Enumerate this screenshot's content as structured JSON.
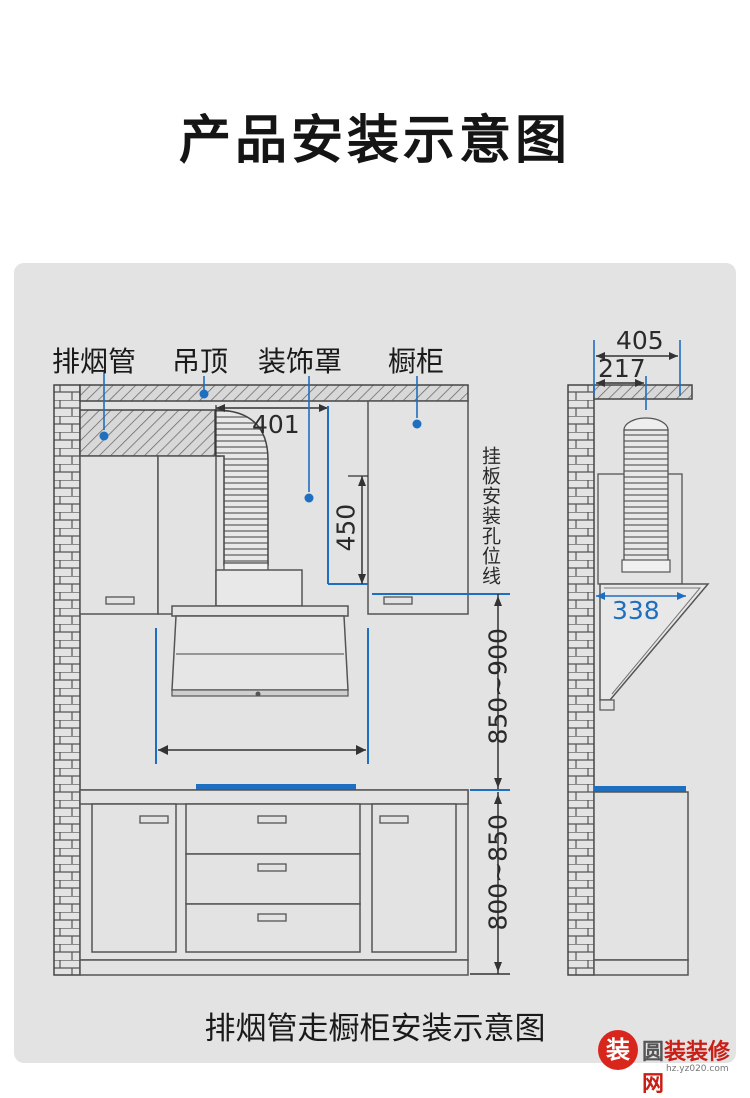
{
  "title": "产品安装示意图",
  "labels": {
    "exhaust_pipe": "排烟管",
    "ceiling": "吊顶",
    "decorative_cover": "装饰罩",
    "cabinet": "橱柜",
    "hanging_plate_line": "挂板安装孔位线"
  },
  "dimensions": {
    "d401": "401",
    "d450": "450",
    "d850_900": "850~900",
    "d800_850": "800~850",
    "d405": "405",
    "d217": "217",
    "d338": "338"
  },
  "caption": "排烟管走橱柜安装示意图",
  "watermark": {
    "circle_char": "装",
    "name_part1": "圆",
    "name_part2": "装",
    "name_part3": "装修网",
    "url": "hz.yz020.com"
  },
  "colors": {
    "accent_blue": "#1e6fbf",
    "panel_bg": "#e3e3e3",
    "watermark_red": "#d9261c"
  }
}
